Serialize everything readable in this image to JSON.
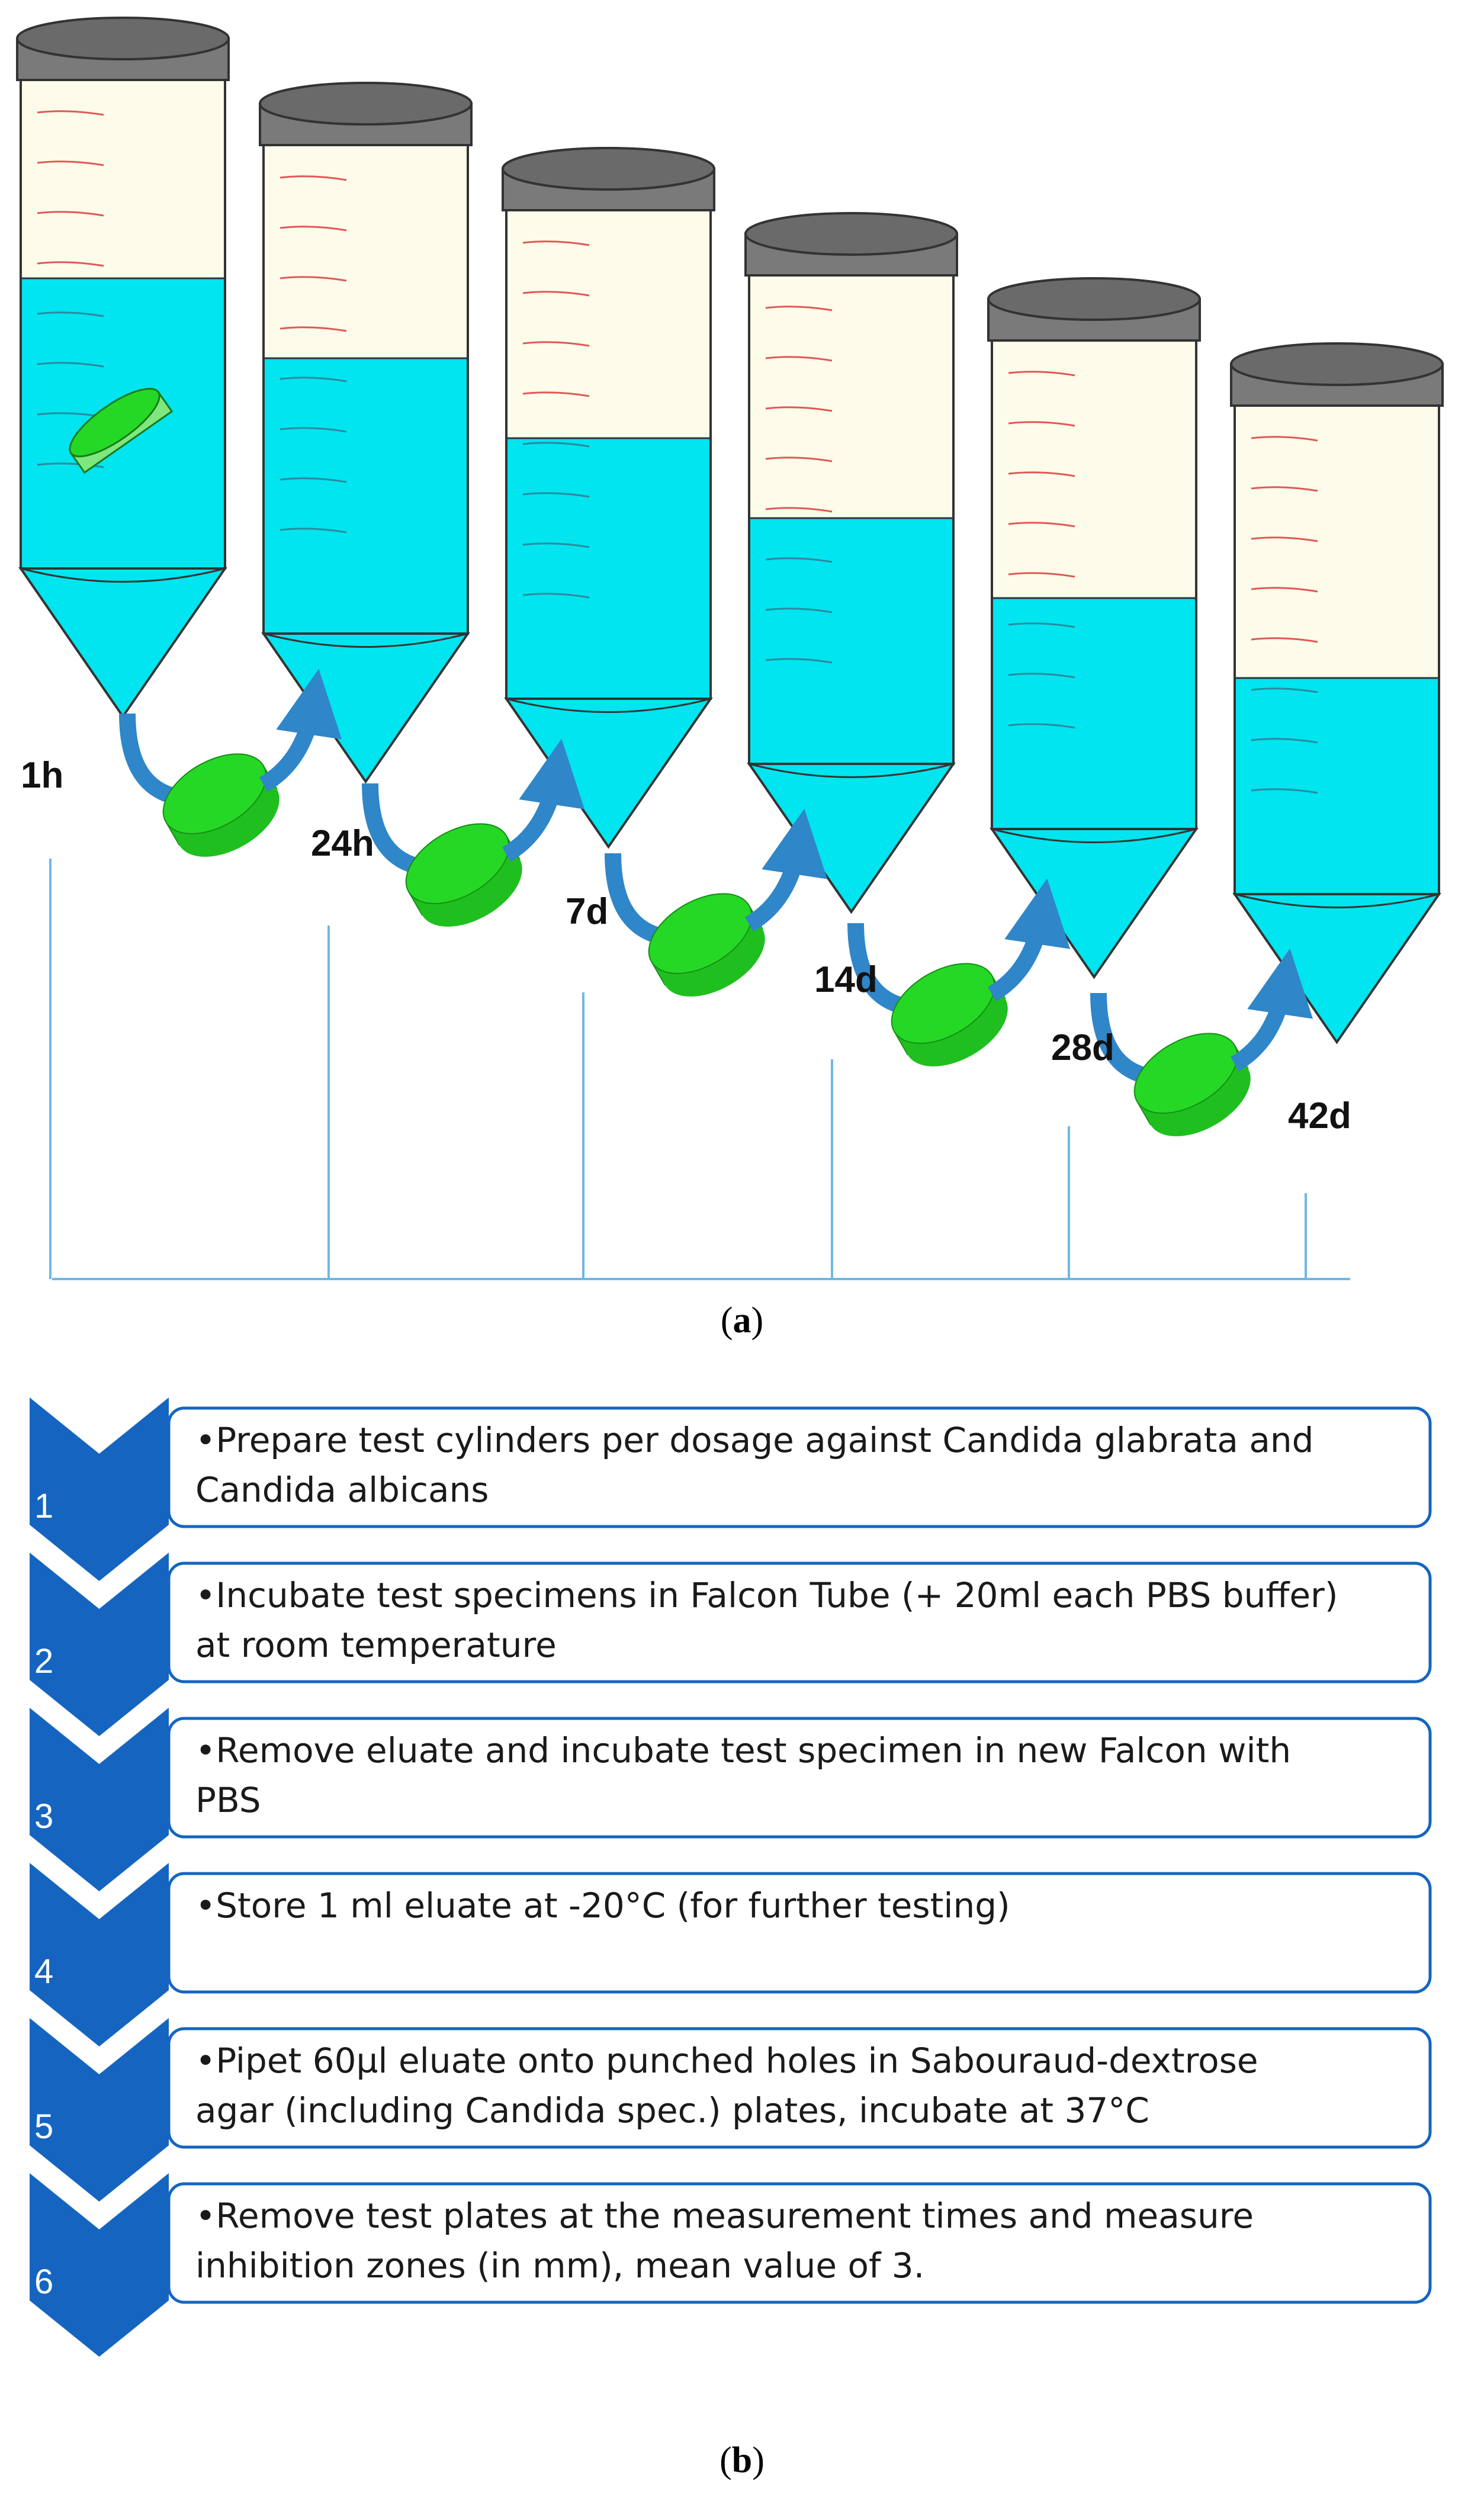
{
  "panel_a": {
    "caption_letter": "a",
    "time_labels": [
      "1h",
      "24h",
      "7d",
      "14d",
      "28d",
      "42d"
    ],
    "colors": {
      "liquid": "#00e5ef",
      "cap": "#6a6a6a",
      "tube_body": "#fdfbe9",
      "graduation": "#e05858",
      "specimen": "#26d826",
      "arrow": "#2f86c8",
      "timeline": "#6fb8e4"
    },
    "icons": [
      "falcon-tube",
      "test-specimen-disc",
      "curved-arrow"
    ]
  },
  "panel_b": {
    "caption_letter": "b",
    "colors": {
      "chevron": "#1565c0",
      "box_border": "#1565c0"
    },
    "steps": [
      {
        "number": "1",
        "text": "•Prepare test cylinders per dosage against Candida glabrata and\nCandida albicans"
      },
      {
        "number": "2",
        "text": "•Incubate test specimens in Falcon Tube (+ 20ml each PBS buffer)\nat room temperature"
      },
      {
        "number": "3",
        "text": "•Remove eluate and incubate test specimen in new Falcon with\nPBS"
      },
      {
        "number": "4",
        "text": "•Store 1 ml eluate at -20°C (for further testing)"
      },
      {
        "number": "5",
        "text": "•Pipet 60µl eluate onto punched holes in Sabouraud-dextrose\nagar (including Candida spec.) plates, incubate at 37°C"
      },
      {
        "number": "6",
        "text": "•Remove test plates at the measurement times and measure\ninhibition zones (in mm), mean value of 3."
      }
    ]
  }
}
